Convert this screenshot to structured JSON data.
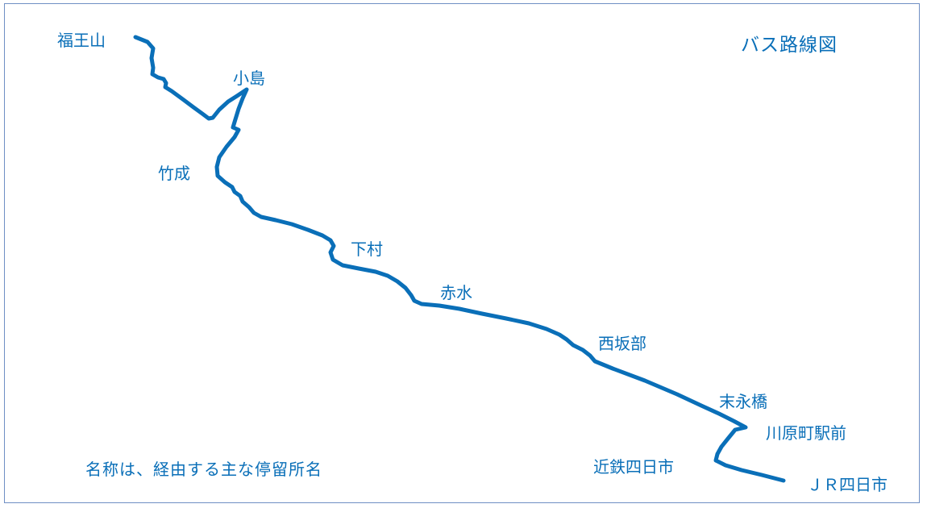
{
  "map_title": "バス路線図",
  "note": "名称は、経由する主な停留所名",
  "colors": {
    "route": "#0a6fb8",
    "text": "#0a6fb8",
    "frame": "#6f8fc4"
  },
  "stops": [
    {
      "id": "fukuouzan",
      "name": "福王山"
    },
    {
      "id": "kojima",
      "name": "小島"
    },
    {
      "id": "takenari",
      "name": "竹成"
    },
    {
      "id": "shimomura",
      "name": "下村"
    },
    {
      "id": "akamizu",
      "name": "赤水"
    },
    {
      "id": "nishisakabe",
      "name": "西坂部"
    },
    {
      "id": "suenagabashi",
      "name": "末永橋"
    },
    {
      "id": "kawaramachi",
      "name": "川原町駅前"
    },
    {
      "id": "kintetsu-yokkaichi",
      "name": "近鉄四日市"
    },
    {
      "id": "jr-yokkaichi",
      "name": "ＪＲ四日市"
    }
  ]
}
